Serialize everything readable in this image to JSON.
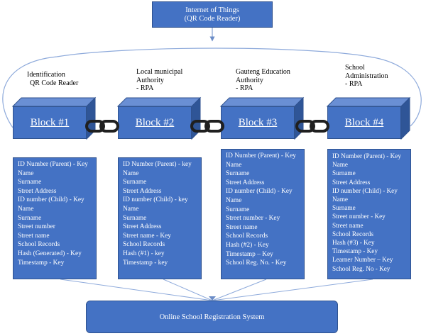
{
  "iot": {
    "line1": "Internet of Things",
    "line2": "(QR Code Reader)"
  },
  "blocks": [
    {
      "title": "Block #1",
      "label": [
        "Identification",
        "QR Code Reader"
      ],
      "items": [
        "ID Number (Parent) - Key",
        "Name",
        "Surname",
        "Street Address",
        "ID number (Child) - Key",
        "Name",
        "Surname",
        "Street number",
        "Street name",
        "School Records",
        "Hash (Generated) - Key",
        "Timestamp - Key"
      ]
    },
    {
      "title": "Block #2",
      "label": [
        "Local municipal",
        "Authority",
        "- RPA"
      ],
      "items": [
        "ID Number (Parent) - key",
        "Name",
        "Surname",
        "Street Address",
        "ID number (Child) - key",
        "Name",
        "Surname",
        "Street Address",
        "Street name - Key",
        "School Records",
        "Hash (#1) - key",
        "Timestamp - key"
      ]
    },
    {
      "title": "Block #3",
      "label": [
        "Gauteng Education",
        "Authority",
        "- RPA"
      ],
      "items": [
        "ID Number (Parent) - Key",
        "Name",
        "Surname",
        "Street Address",
        "ID number (Child) - Key",
        "Name",
        "Surname",
        "Street number - Key",
        "Street name",
        "School Records",
        "Hash (#2) - Key",
        "Timestamp – Key",
        "School Reg. No. - Key"
      ]
    },
    {
      "title": "Block #4",
      "label": [
        "School",
        "Administration",
        "- RPA"
      ],
      "items": [
        "ID Number (Parent) - Key",
        "Name",
        "Surname",
        "Street Address",
        "ID number (Child) - Key",
        "Name",
        "Surname",
        "Street number - Key",
        "Street name",
        "School Records",
        "Hash (#3) - Key",
        "Timestamp - Key",
        "Learner Number – Key",
        "School Reg. No  - Key"
      ]
    }
  ],
  "osrs": {
    "label": "Online School Registration System"
  },
  "colors": {
    "box": "#4472c4",
    "border": "#2f528f",
    "line": "#8eaadb",
    "chain": "#1f1f1f"
  }
}
